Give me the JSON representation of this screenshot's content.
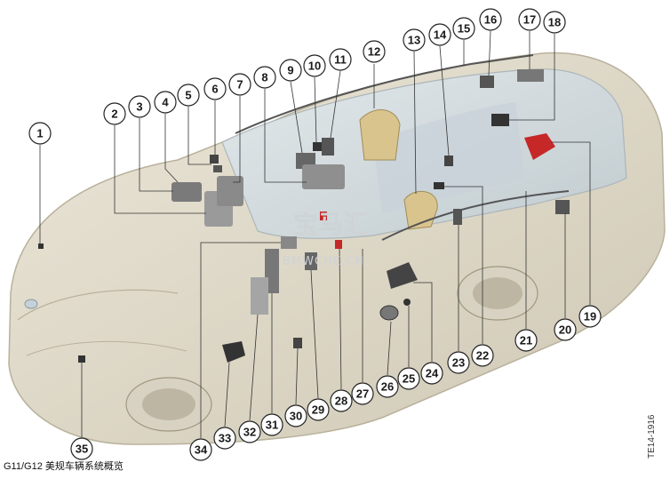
{
  "caption": "G11/G12 美规车辆系统概览",
  "doc_ref": "TE14-1916",
  "watermark": {
    "brand": "宝马汇",
    "site": "BMWCHE.CN"
  },
  "callouts": [
    "1",
    "2",
    "3",
    "4",
    "5",
    "6",
    "7",
    "8",
    "9",
    "10",
    "11",
    "12",
    "13",
    "14",
    "15",
    "16",
    "17",
    "18",
    "19",
    "20",
    "21",
    "22",
    "23",
    "24",
    "25",
    "26",
    "27",
    "28",
    "29",
    "30",
    "31",
    "32",
    "33",
    "34",
    "35"
  ],
  "colors": {
    "body": "#e2dccb",
    "glass": "#d3dde3",
    "component": "#6b6b6b",
    "highlight_red": "#c62828",
    "headrest": "#d9c48e"
  }
}
